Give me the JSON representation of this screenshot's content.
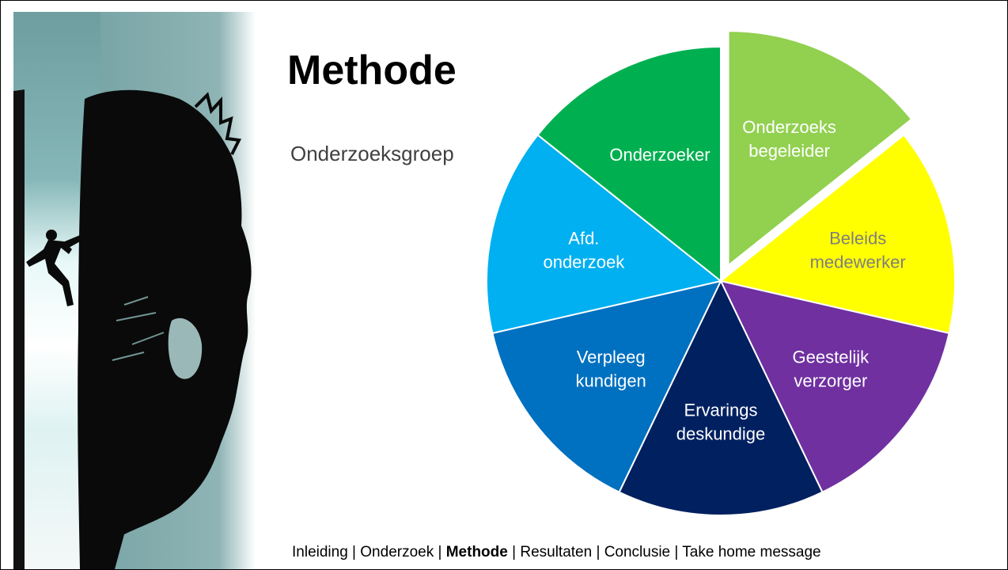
{
  "slide": {
    "title": "Methode",
    "subtitle": "Onderzoeksgroep"
  },
  "illustration": {
    "icon": "climber-silhouette-face"
  },
  "pie": {
    "segments": [
      {
        "lines": [
          "Onderzoeks",
          "begeleider"
        ],
        "color": "#92D050",
        "text_color": "#ffffff",
        "exploded": true
      },
      {
        "lines": [
          "Beleids",
          "medewerker"
        ],
        "color": "#FFFF00",
        "text_color": "#7F7F7F",
        "exploded": false
      },
      {
        "lines": [
          "Geestelijk",
          "verzorger"
        ],
        "color": "#7030A0",
        "text_color": "#ffffff",
        "exploded": false
      },
      {
        "lines": [
          "Ervarings",
          "deskundige"
        ],
        "color": "#002060",
        "text_color": "#ffffff",
        "exploded": false
      },
      {
        "lines": [
          "Verpleeg",
          "kundigen"
        ],
        "color": "#0070C0",
        "text_color": "#ffffff",
        "exploded": false
      },
      {
        "lines": [
          "Afd.",
          "onderzoek"
        ],
        "color": "#00B0F0",
        "text_color": "#ffffff",
        "exploded": false
      },
      {
        "lines": [
          "Onderzoeker"
        ],
        "color": "#00B050",
        "text_color": "#ffffff",
        "exploded": false
      }
    ]
  },
  "nav": {
    "items": [
      "Inleiding",
      "Onderzoek",
      "Methode",
      "Resultaten",
      "Conclusie",
      "Take home message"
    ],
    "active": "Methode",
    "separator": " | "
  }
}
